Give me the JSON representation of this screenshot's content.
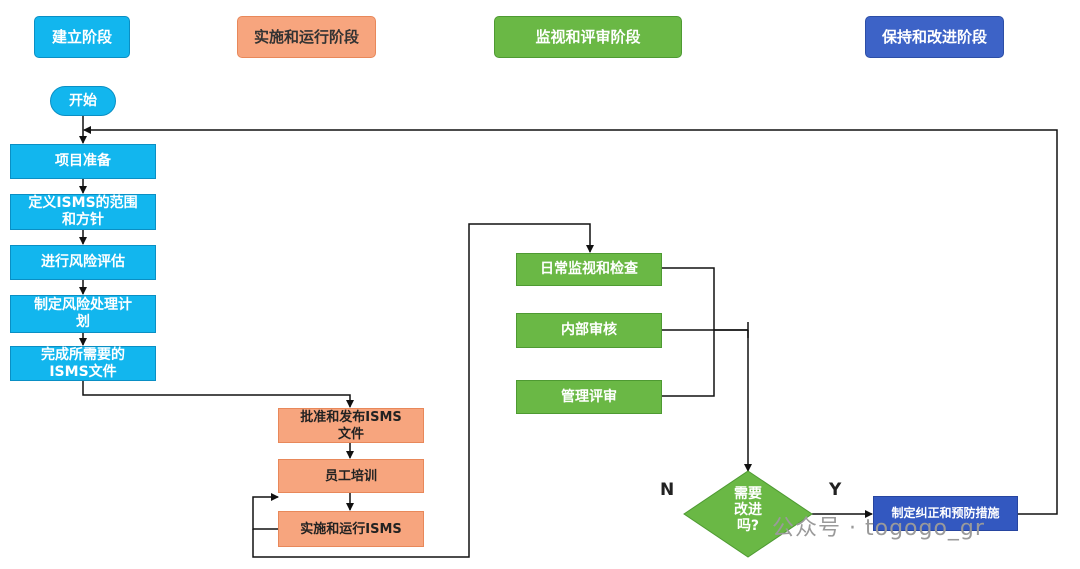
{
  "phases": {
    "build": "建立阶段",
    "implement": "实施和运行阶段",
    "monitor": "监视和评审阶段",
    "maintain": "保持和改进阶段"
  },
  "nodes": {
    "start": "开始",
    "project_prep": "项目准备",
    "define_scope": "定义ISMS的范围\n和方针",
    "risk_assessment": "进行风险评估",
    "risk_treatment_plan": "制定风险处理计\n划",
    "complete_docs": "完成所需要的\nISMS文件",
    "approve_publish": "批准和发布ISMS\n文件",
    "staff_training": "员工培训",
    "implement_isms": "实施和运行ISMS",
    "daily_monitoring": "日常监视和检查",
    "internal_audit": "内部审核",
    "management_review": "管理评审",
    "decision": "需要\n改进\n吗?",
    "corrective_action": "制定纠正和预防措施"
  },
  "branch_labels": {
    "no": "N",
    "yes": "Y"
  },
  "watermark": "公众号 · togogo_gr",
  "colors": {
    "build": "#12b6ee",
    "implement": "#f7a57e",
    "monitor": "#6ab845",
    "maintain": "#3d63c7",
    "lines": "#111111"
  }
}
